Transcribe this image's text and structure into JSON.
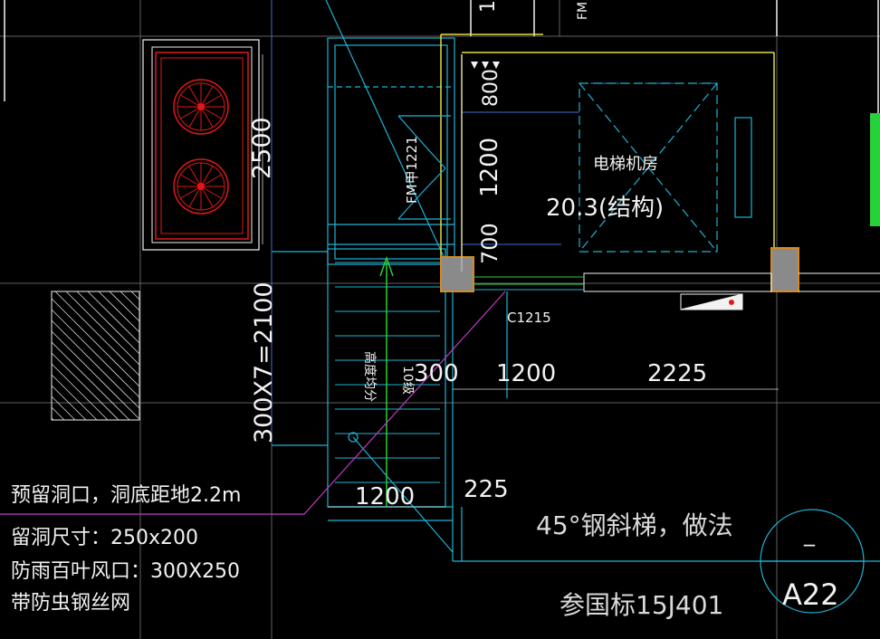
{
  "drawing": {
    "background": "#000000",
    "colors": {
      "cyan": "#1fb3d6",
      "blue": "#3b6fd8",
      "white": "#f2f2f2",
      "yellow": "#e3de4a",
      "red": "#e01818",
      "green": "#27d13a",
      "magenta": "#c43ac4",
      "orange": "#d98a1c",
      "gray": "#8a8a8a",
      "dimwhite": "#d9d9d9"
    },
    "room_label": "电梯机房",
    "room_elevation": "20.3(结构)",
    "door_label": "FM甲1221",
    "door_label_top": "FM",
    "window_label": "C1215",
    "dims": {
      "d2500": "2500",
      "d2100": "300X7=2100",
      "d800": "800",
      "d1200v": "1200",
      "d700": "700",
      "d300": "300",
      "d1200h": "1200",
      "d2225": "2225",
      "d1200s": "1200",
      "d225": "225",
      "top1": "1"
    },
    "stair_note_1": "高度均分",
    "stair_note_2": "10级",
    "notes": [
      "预留洞口，洞底距地2.2m",
      "留洞尺寸：250x200",
      "防雨百叶风口：300X250",
      "带防虫钢丝网"
    ],
    "ladder_note": "45°钢斜梯，做法",
    "ladder_ref": "参国标15J401",
    "detail_index": "_",
    "detail_sheet": "A22"
  }
}
